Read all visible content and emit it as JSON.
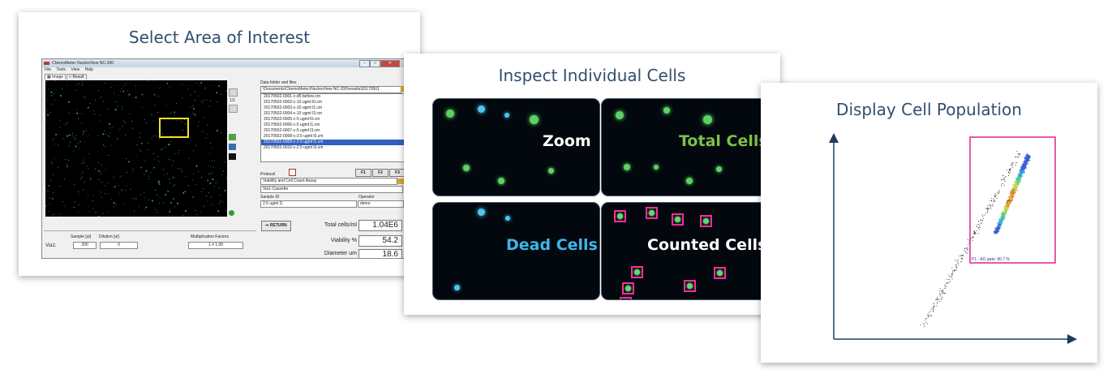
{
  "panels": {
    "select_area": {
      "title": "Select Area of Interest"
    },
    "inspect_cells": {
      "title": "Inspect Individual Cells"
    },
    "display_population": {
      "title": "Display Cell Population"
    }
  },
  "software": {
    "window_title": "ChemoMetec NucleoView NC-200",
    "menu": [
      "File",
      "Tools",
      "View",
      "Help"
    ],
    "tabs": {
      "image": "Image",
      "result": "Result"
    },
    "page_counter": "1/1",
    "data_folder_label": "Data folder and files",
    "data_folder_path": "\\Documents\\ChemoMetec\\NucleoView NC-200\\results\\20170501",
    "files": [
      "20170502-0001-c-d5 before.cm",
      "20170502-0002-c-10 ugml l0.cm",
      "20170502-0003-c-10 ugml l1.cm",
      "20170502-0004-c-10 ugml l3.cm",
      "20170502-0005-c-5 ugml l0.cm",
      "20170502-0006-c-5 ugml l1.cm",
      "20170502-0007-c-5 ugml l3.cm",
      "20170502-0008-c-2.5 ugml l0.cm",
      "20170502-0009-c-2.5 ugml l1.cm",
      "20170502-0010-c-2.5 ugml l3.cm"
    ],
    "selected_file_index": 8,
    "f_buttons": [
      "F1",
      "F2",
      "F3"
    ],
    "protocol_label": "Protocol",
    "protocol_value": "Viability and Cell Count Assay",
    "cassette_value": "Via1-Cassette",
    "sample_id_label": "Sample ID",
    "sample_id_value": "2.5 ugml l1",
    "operator_label": "Operator",
    "operator_value": "demo",
    "return_button": "RETURN",
    "results": [
      {
        "label": "Total cells/ml",
        "value": "1.04E6"
      },
      {
        "label": "Viability %",
        "value": "54.2"
      },
      {
        "label": "Diameter um",
        "value": "18.6"
      }
    ],
    "bottom": {
      "sample_header": "Sample [ul]",
      "dilution_header": "Dilution [ul]",
      "mult_header": "Multiplication Factors",
      "row_label": "Via1:",
      "sample_value": "200",
      "dilution_value": "0",
      "mult_value": "1 # 1.00"
    },
    "swatch_colors": [
      "#5aa040",
      "#3a6fb0",
      "#101010"
    ]
  },
  "tiles": [
    {
      "label": "Zoom",
      "color": "#ffffff"
    },
    {
      "label": "Total Cells",
      "color": "#7cc14a"
    },
    {
      "label": "Dead Cells",
      "color": "#3fb6e8"
    },
    {
      "label": "Counted  Cells",
      "color": "#ffffff"
    }
  ],
  "plot": {
    "gate_label": "P1 - AO gate: 90.7 %",
    "axis_color": "#1f3b5c",
    "gate_color": "#e0238a"
  }
}
